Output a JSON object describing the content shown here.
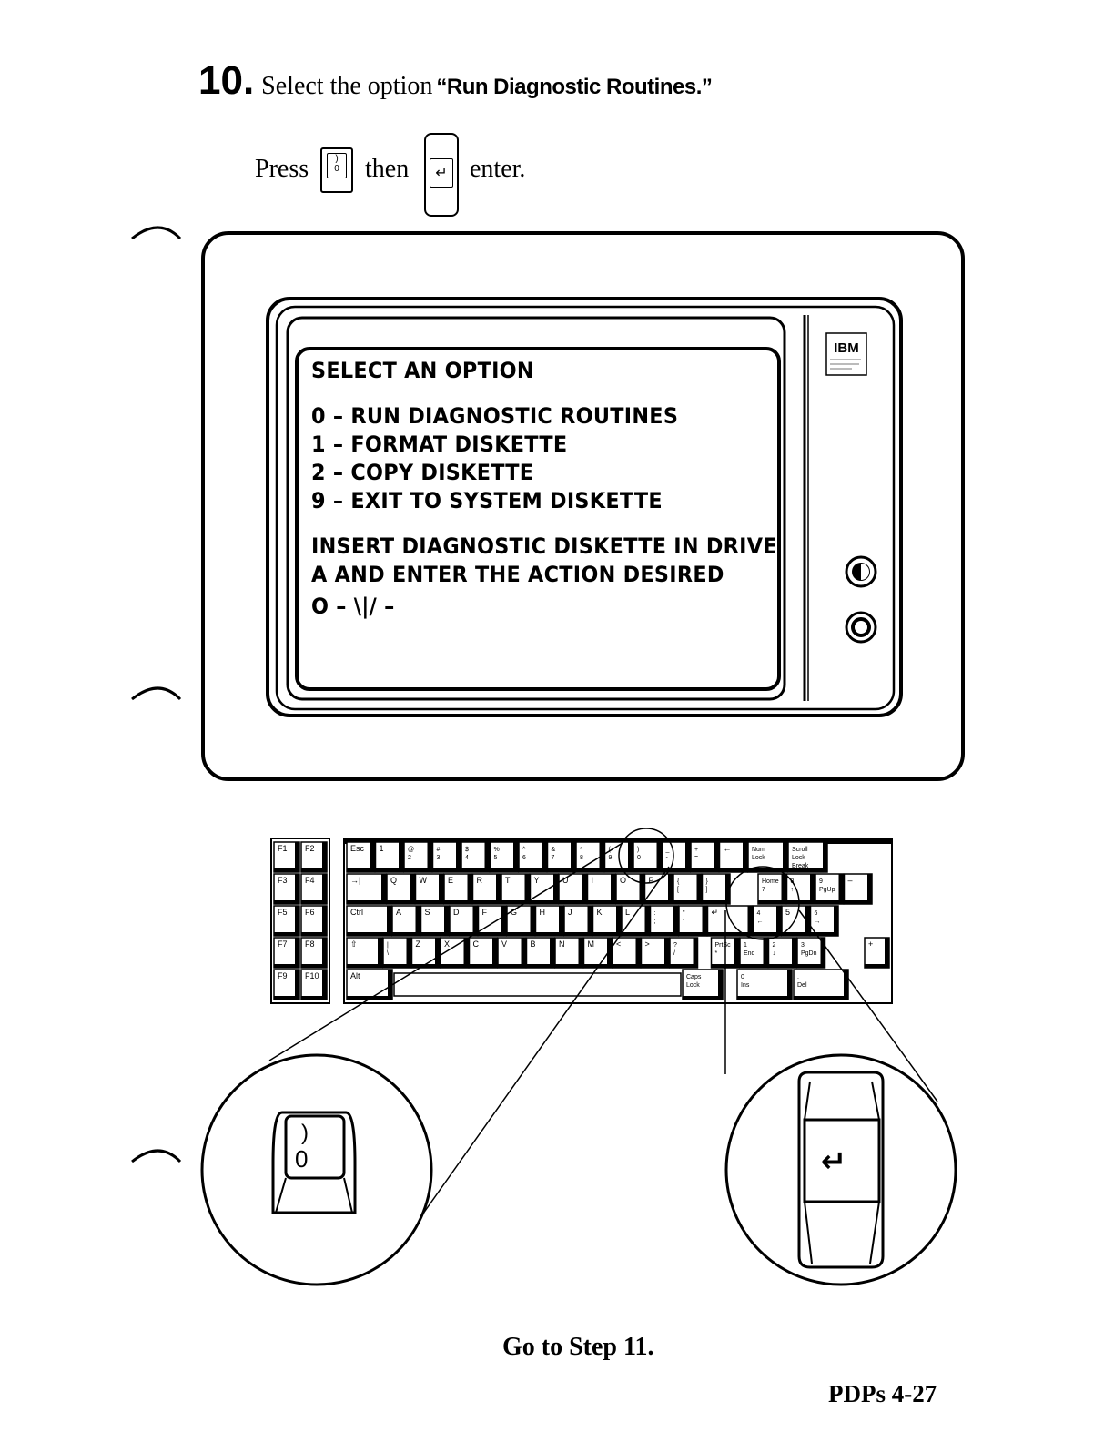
{
  "step": {
    "number": "10.",
    "text": "Select the option",
    "option": "“Run Diagnostic Routines.”"
  },
  "instruction": {
    "press": "Press",
    "then": "then",
    "enter": "enter.",
    "key_one": {
      "top": ")",
      "bottom": "0"
    },
    "key_two": "↵"
  },
  "monitor": {
    "brand": "IBM",
    "screen_lines": [
      "SELECT AN OPTION",
      "0 – RUN DIAGNOSTIC ROUTINES",
      "1 – FORMAT DISKETTE",
      "2 – COPY DISKETTE",
      "9 – EXIT TO SYSTEM DISKETTE",
      "INSERT DIAGNOSTIC DISKETTE IN DRIVE",
      "A AND ENTER THE ACTION DESIRED"
    ],
    "cursor_line": "O – \\|/ –"
  },
  "keyboard": {
    "function_keys": [
      "F1",
      "F2",
      "F3",
      "F4",
      "F5",
      "F6",
      "F7",
      "F8",
      "F9",
      "F10"
    ],
    "row1": [
      "Esc",
      "1",
      "@ 2",
      "# 3",
      "$ 4",
      "% 5",
      "^ 6",
      "& 7",
      "* 8",
      "( 9",
      ") 0",
      "_ -",
      "+ =",
      "←",
      "Num Lock",
      "Scroll Lock Break"
    ],
    "row2": [
      "→|",
      "Q",
      "W",
      "E",
      "R",
      "T",
      "Y",
      "U",
      "I",
      "O",
      "P",
      "{ [",
      "} ]",
      "Home 7",
      "8 ↑",
      "9 PgUp",
      "–"
    ],
    "row3": [
      "Ctrl",
      "A",
      "S",
      "D",
      "F",
      "G",
      "H",
      "J",
      "K",
      "L",
      ": ;",
      "\" '",
      "↵",
      "4 ←",
      "5",
      "6 →"
    ],
    "row4": [
      "⇧",
      "| \\",
      "Z",
      "X",
      "C",
      "V",
      "B",
      "N",
      "M",
      "<",
      ">",
      "? /",
      "PrtSc *",
      "1 End",
      "2 ↓",
      "3 PgDn",
      "+"
    ],
    "row5": [
      "Alt",
      "Caps Lock",
      "0 Ins",
      ". Del"
    ]
  },
  "zoom": {
    "left_key": {
      "top": ")",
      "bottom": "0"
    },
    "right_key": "↵"
  },
  "footer": {
    "note": "Go to Step 11.",
    "page": "PDPs   4-27"
  }
}
